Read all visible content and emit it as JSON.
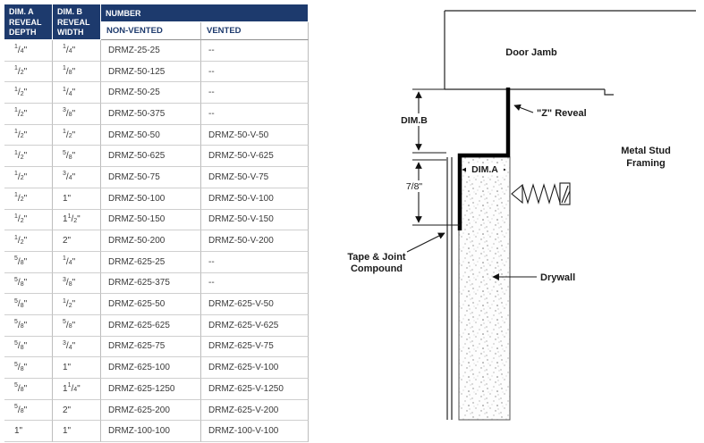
{
  "table": {
    "headers": {
      "dim_a": "DIM. A\nREVEAL\nDEPTH",
      "dim_b": "DIM. B\nREVEAL\nWIDTH",
      "number": "NUMBER",
      "non_vented": "NON-VENTED",
      "vented": "VENTED"
    },
    "rows": [
      [
        "1/4\"",
        "1/4\"",
        "DRMZ-25-25",
        "--"
      ],
      [
        "1/2\"",
        "1/8\"",
        "DRMZ-50-125",
        "--"
      ],
      [
        "1/2\"",
        "1/4\"",
        "DRMZ-50-25",
        "--"
      ],
      [
        "1/2\"",
        "3/8\"",
        "DRMZ-50-375",
        "--"
      ],
      [
        "1/2\"",
        "1/2\"",
        "DRMZ-50-50",
        "DRMZ-50-V-50"
      ],
      [
        "1/2\"",
        "5/8\"",
        "DRMZ-50-625",
        "DRMZ-50-V-625"
      ],
      [
        "1/2\"",
        "3/4\"",
        "DRMZ-50-75",
        "DRMZ-50-V-75"
      ],
      [
        "1/2\"",
        "1\"",
        "DRMZ-50-100",
        "DRMZ-50-V-100"
      ],
      [
        "1/2\"",
        "1 1/2\"",
        "DRMZ-50-150",
        "DRMZ-50-V-150"
      ],
      [
        "1/2\"",
        "2\"",
        "DRMZ-50-200",
        "DRMZ-50-V-200"
      ],
      [
        "5/8\"",
        "1/4\"",
        "DRMZ-625-25",
        "--"
      ],
      [
        "5/8\"",
        "3/8\"",
        "DRMZ-625-375",
        "--"
      ],
      [
        "5/8\"",
        "1/2\"",
        "DRMZ-625-50",
        "DRMZ-625-V-50"
      ],
      [
        "5/8\"",
        "5/8\"",
        "DRMZ-625-625",
        "DRMZ-625-V-625"
      ],
      [
        "5/8\"",
        "3/4\"",
        "DRMZ-625-75",
        "DRMZ-625-V-75"
      ],
      [
        "5/8\"",
        "1\"",
        "DRMZ-625-100",
        "DRMZ-625-V-100"
      ],
      [
        "5/8\"",
        "1 1/4\"",
        "DRMZ-625-1250",
        "DRMZ-625-V-1250"
      ],
      [
        "5/8\"",
        "2\"",
        "DRMZ-625-200",
        "DRMZ-625-V-200"
      ],
      [
        "1\"",
        "1\"",
        "DRMZ-100-100",
        "DRMZ-100-V-100"
      ]
    ]
  },
  "diagram": {
    "door_jamb": "Door Jamb",
    "z_reveal": "\"Z\" Reveal",
    "dim_b": "DIM.B",
    "dim_a": "DIM.A",
    "flange_depth": "7/8\"",
    "metal_stud_line1": "Metal Stud",
    "metal_stud_line2": "Framing",
    "tape_line1": "Tape & Joint",
    "tape_line2": "Compound",
    "drywall": "Drywall"
  },
  "colors": {
    "header_navy": "#1d3a6d",
    "body_text": "#3a3a3a"
  }
}
